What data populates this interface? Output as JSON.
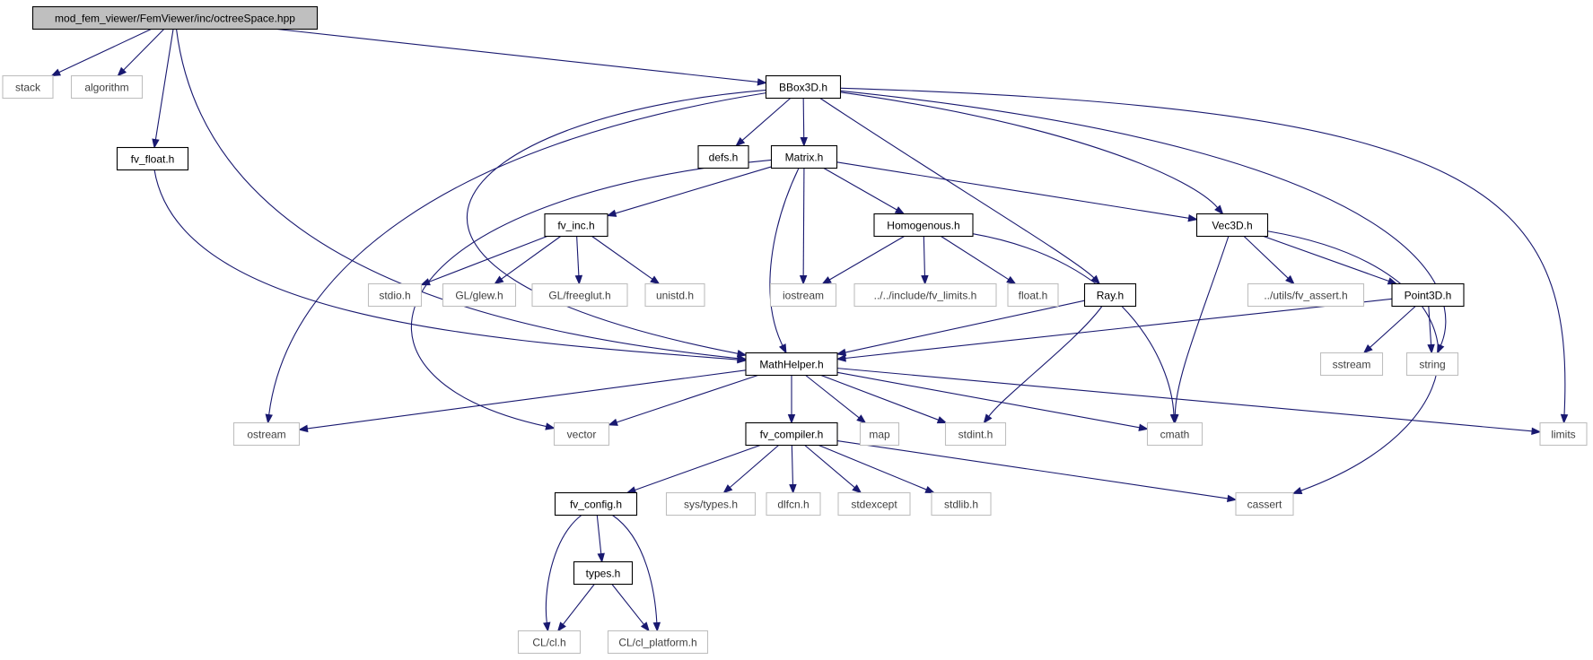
{
  "colors": {
    "edge": "#191970",
    "main_fill": "#bfbfbf",
    "local_border": "#000000",
    "external_border": "#bfbfbf"
  },
  "nodes": {
    "root": "mod_fem_viewer/FemViewer/inc/octreeSpace.hpp",
    "stack": "stack",
    "algorithm": "algorithm",
    "fv_float": "fv_float.h",
    "bbox3d": "BBox3D.h",
    "defs": "defs.h",
    "matrix": "Matrix.h",
    "fv_inc": "fv_inc.h",
    "homogenous": "Homogenous.h",
    "vec3d": "Vec3D.h",
    "stdio": "stdio.h",
    "glew": "GL/glew.h",
    "freeglut": "GL/freeglut.h",
    "unistd": "unistd.h",
    "iostream": "iostream",
    "fv_limits": "../../include/fv_limits.h",
    "float_h": "float.h",
    "ray": "Ray.h",
    "fv_assert": "../utils/fv_assert.h",
    "point3d": "Point3D.h",
    "mathhelper": "MathHelper.h",
    "sstream": "sstream",
    "string": "string",
    "ostream": "ostream",
    "vector": "vector",
    "fv_compiler": "fv_compiler.h",
    "map": "map",
    "stdint": "stdint.h",
    "cmath": "cmath",
    "limits": "limits",
    "fv_config": "fv_config.h",
    "sys_types": "sys/types.h",
    "dlfcn": "dlfcn.h",
    "stdexcept": "stdexcept",
    "stdlib": "stdlib.h",
    "cassert": "cassert",
    "types": "types.h",
    "cl": "CL/cl.h",
    "cl_platform": "CL/cl_platform.h"
  }
}
